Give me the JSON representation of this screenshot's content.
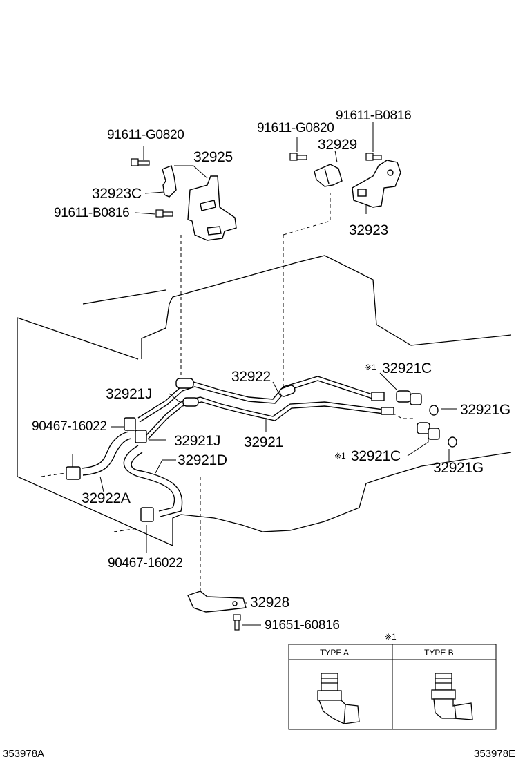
{
  "labels": {
    "p_91611_g0820_a": "91611-G0820",
    "p_32925": "32925",
    "p_32923c": "32923C",
    "p_91611_b0816_a": "91611-B0816",
    "p_91611_g0820_b": "91611-G0820",
    "p_91611_b0816_b": "91611-B0816",
    "p_32929": "32929",
    "p_32923": "32923",
    "p_32922": "32922",
    "p_32921c_top": "32921C",
    "p_32921c_top_mark": "※1",
    "p_32921g_top": "32921G",
    "p_32921j_a": "32921J",
    "p_90467_16022_a": "90467-16022",
    "p_32921j_b": "32921J",
    "p_32921": "32921",
    "p_32921d": "32921D",
    "p_32921c_bot": "32921C",
    "p_32921c_bot_mark": "※1",
    "p_32921g_bot": "32921G",
    "p_32922a": "32922A",
    "p_90467_16022_b": "90467-16022",
    "p_32928": "32928",
    "p_91651_60816": "91651-60816"
  },
  "inset": {
    "mark": "※1",
    "type_a": "TYPE A",
    "type_b": "TYPE B"
  },
  "footer": {
    "left_code": "353978A",
    "right_code": "353978E"
  }
}
